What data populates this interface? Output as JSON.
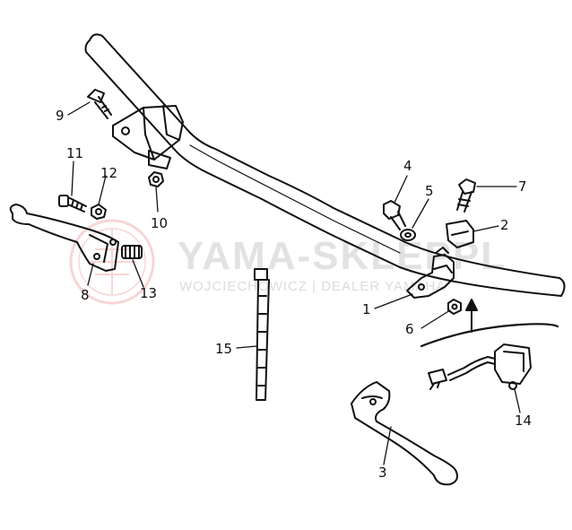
{
  "watermark": {
    "title": "YAMA-SKLEPPL",
    "subtitle": "WOJCIECHOWICZ | DEALER YAMAHA",
    "title_color": "#e2e2e2",
    "logo_color": "#f2b3b3"
  },
  "callouts": [
    {
      "id": "1",
      "text": "1"
    },
    {
      "id": "2",
      "text": "2"
    },
    {
      "id": "3",
      "text": "3"
    },
    {
      "id": "4",
      "text": "4"
    },
    {
      "id": "5",
      "text": "5"
    },
    {
      "id": "6",
      "text": "6"
    },
    {
      "id": "7",
      "text": "7"
    },
    {
      "id": "8",
      "text": "8"
    },
    {
      "id": "9",
      "text": "9"
    },
    {
      "id": "10",
      "text": "10"
    },
    {
      "id": "11",
      "text": "11"
    },
    {
      "id": "12",
      "text": "12"
    },
    {
      "id": "13",
      "text": "13"
    },
    {
      "id": "14",
      "text": "14"
    },
    {
      "id": "15",
      "text": "15"
    }
  ],
  "colors": {
    "line": "#111111",
    "paper": "#ffffff"
  }
}
